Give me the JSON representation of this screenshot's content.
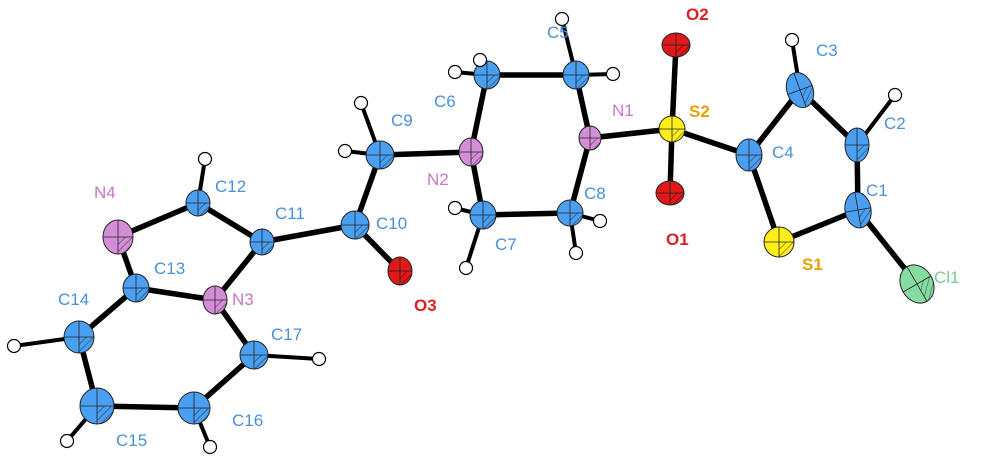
{
  "colors": {
    "carbon": "#4a9ff0",
    "nitrogen": "#d48ed8",
    "oxygen": "#e01818",
    "sulfur": "#ffee1a",
    "chlorine": "#86dca0",
    "hydrogen": "#ffffff",
    "bond": "#000000",
    "label_carbon": "#4a90d8",
    "label_nitrogen": "#c27ac8",
    "label_oxygen": "#e02020",
    "label_sulfur": "#e8a000",
    "label_chlorine": "#78c890"
  },
  "atoms": {
    "C1": "C1",
    "C2": "C2",
    "C3": "C3",
    "C4": "C4",
    "C5": "C5",
    "C6": "C6",
    "C7": "C7",
    "C8": "C8",
    "C9": "C9",
    "C10": "C10",
    "C11": "C11",
    "C12": "C12",
    "C13": "C13",
    "C14": "C14",
    "C15": "C15",
    "C16": "C16",
    "C17": "C17",
    "N1": "N1",
    "N2": "N2",
    "N3": "N3",
    "N4": "N4",
    "O1": "O1",
    "O2": "O2",
    "O3": "O3",
    "S1": "S1",
    "S2": "S2",
    "Cl1": "Cl1"
  }
}
